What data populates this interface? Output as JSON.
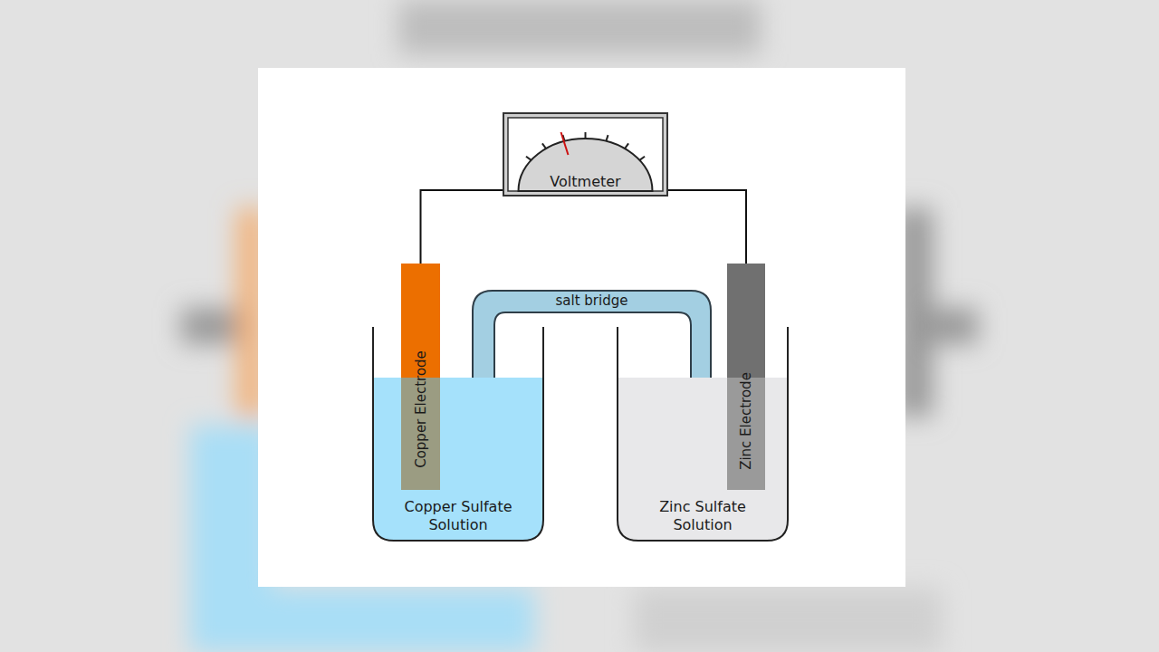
{
  "diagram": {
    "nodes": [
      {
        "text": [
          "Voltmeter"
        ]
      },
      {
        "text": [
          "salt bridge"
        ]
      },
      {
        "text": [
          "Copper Sulfate Solution"
        ]
      },
      {
        "text": [
          "Copper Electrode"
        ]
      },
      {
        "text": [
          "Zinc Sulfate Solution"
        ]
      },
      {
        "text": [
          "Zinc Electrode"
        ]
      }
    ],
    "edges": [
      {
        "from": 0,
        "to": 3,
        "arrow": "none"
      },
      {
        "from": 0,
        "to": 5,
        "arrow": "none"
      }
    ]
  }
}
